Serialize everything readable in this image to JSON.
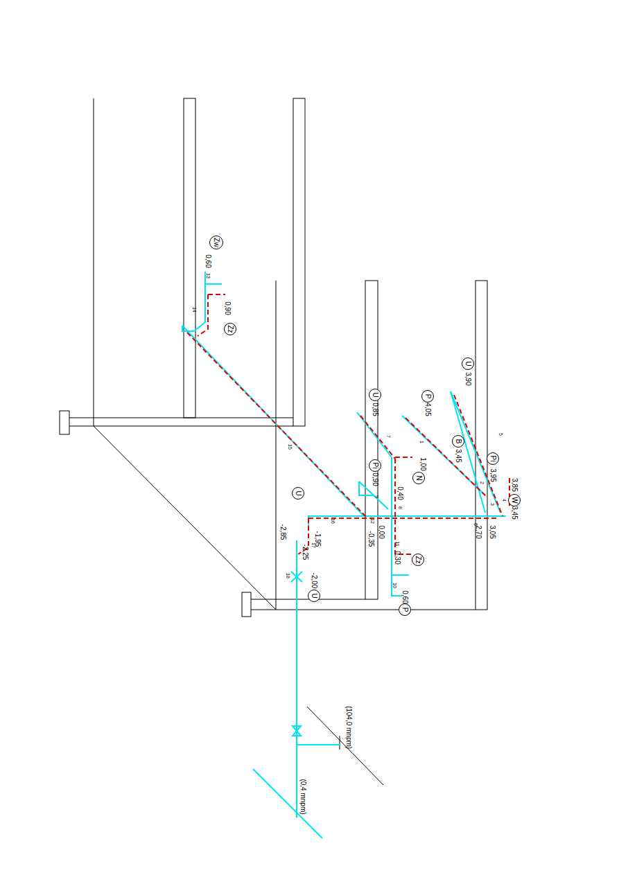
{
  "diagram": {
    "nodes": [
      {
        "text": [
          "Zw"
        ]
      },
      {
        "text": [
          "Zz"
        ]
      },
      {
        "text": [
          "U"
        ]
      },
      {
        "text": [
          "P"
        ]
      },
      {
        "text": [
          "U"
        ]
      },
      {
        "text": [
          "B"
        ]
      },
      {
        "text": [
          "Pi"
        ]
      },
      {
        "text": [
          "W"
        ]
      },
      {
        "text": [
          "Pi"
        ]
      },
      {
        "text": [
          "N"
        ]
      },
      {
        "text": [
          "U"
        ]
      },
      {
        "text": [
          "Zz"
        ]
      },
      {
        "text": [
          "P"
        ]
      },
      {
        "text": [
          "U"
        ]
      }
    ],
    "labels": [
      "0,60",
      "13",
      "14",
      "0,90",
      "3,90",
      "4,05",
      "0,85",
      "3,45",
      "3,95",
      "3,85",
      "3,45",
      "5",
      "7",
      "1",
      "2",
      "1,00",
      "0,90",
      "4",
      "3",
      "0,40",
      "8",
      "9",
      "6",
      "2,70",
      "3,05",
      "12",
      "0,00",
      "-0,35",
      "16",
      "15",
      "-1,95",
      "-2,25",
      "-2,85",
      "17",
      "18",
      "-2,00",
      "11",
      "0,30",
      "10",
      "0,60",
      "(104,0 mnpm)",
      "(0,4 mnpm)"
    ]
  }
}
